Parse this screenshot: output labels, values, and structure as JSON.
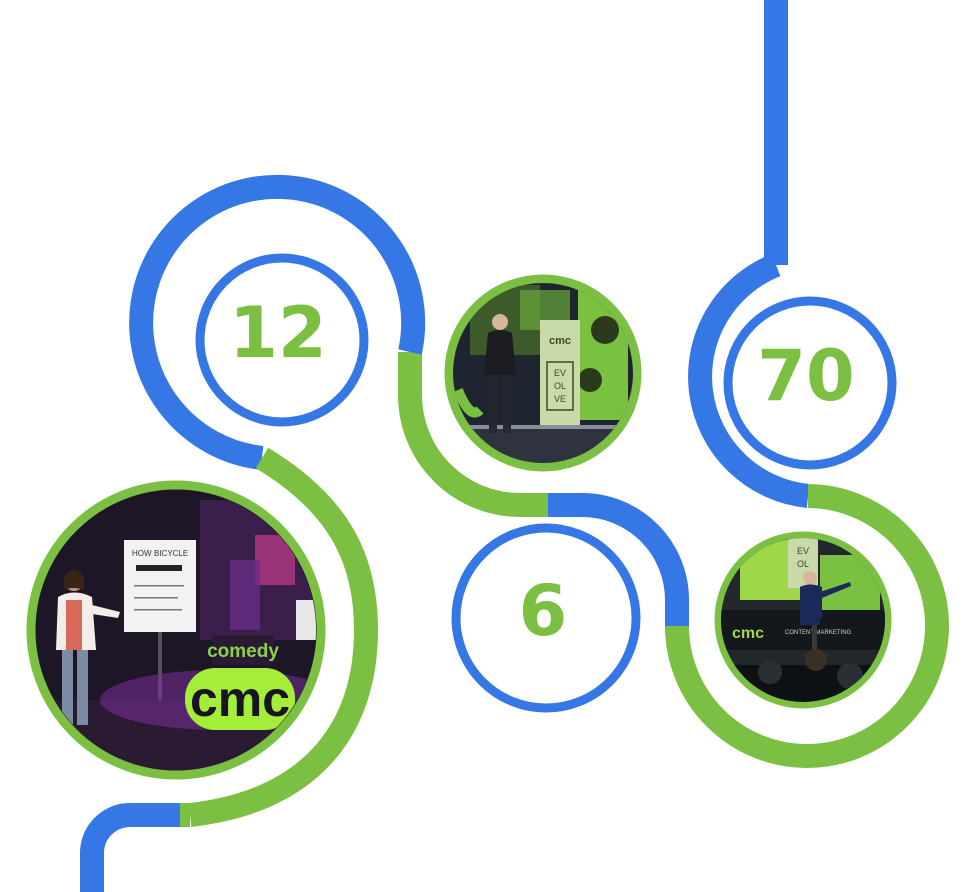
{
  "colors": {
    "blue": "#3477e5",
    "green": "#7bc043",
    "background": "#ffffff"
  },
  "stats": [
    {
      "value": "12"
    },
    {
      "value": "6"
    },
    {
      "value": "70"
    }
  ],
  "photos": [
    {
      "icon": "photo-icon",
      "signage": [
        "HOW",
        "BICYCLE",
        "comedy",
        "cmc"
      ]
    },
    {
      "icon": "photo-icon",
      "signage": [
        "EV",
        "OL",
        "VE",
        "cmc"
      ]
    },
    {
      "icon": "photo-icon",
      "signage": [
        "EV",
        "OL",
        "cmc",
        "CONTENT MARKETING"
      ]
    }
  ]
}
